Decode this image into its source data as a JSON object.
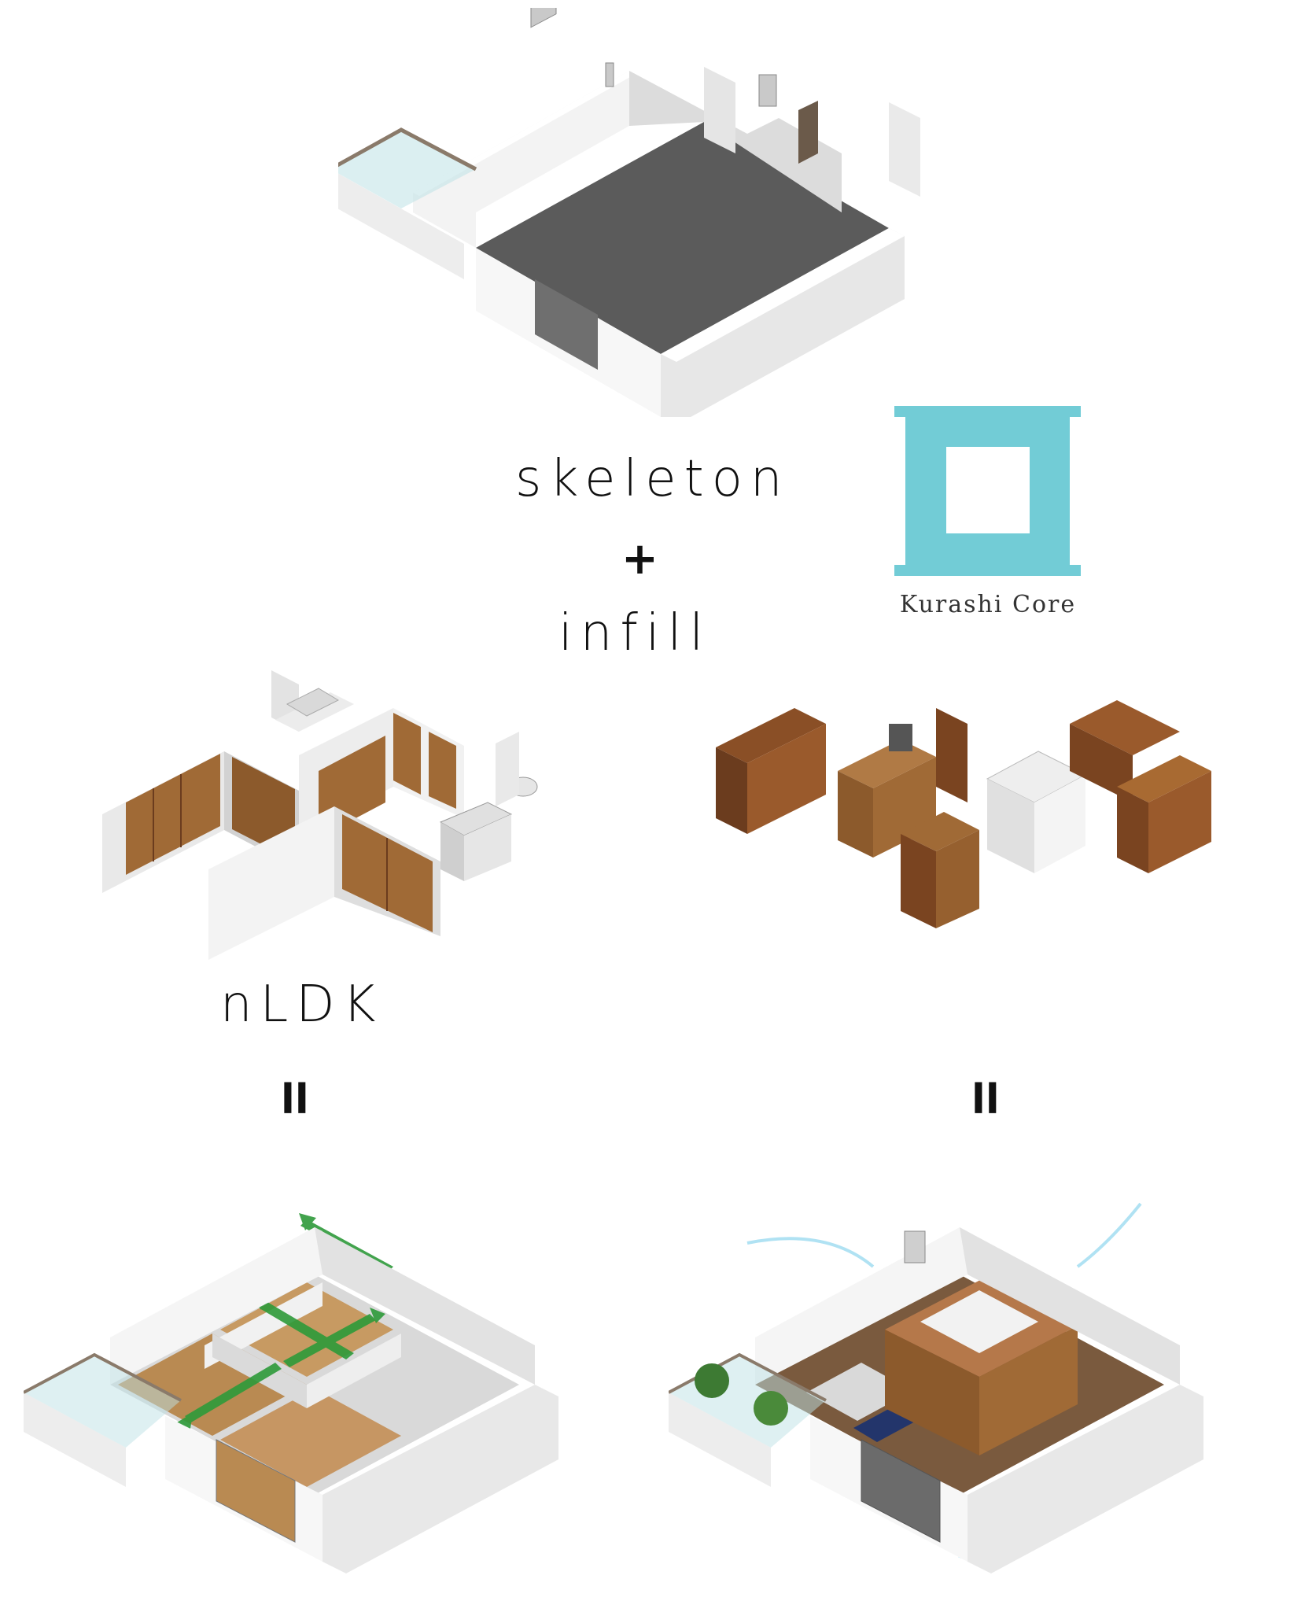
{
  "labels": {
    "skeleton": "skeleton",
    "plus": "+",
    "infill": "infill",
    "nldk": "nLDK",
    "equals_left": "ll",
    "equals_right": "ll"
  },
  "logo": {
    "caption": "Kurashi Core",
    "color": "#72ccd6"
  },
  "colors": {
    "wall": "#efefef",
    "wall_shadow": "#cfcfcf",
    "floor_dark": "#5b5b5b",
    "wood": "#a06a36",
    "wood_dark": "#6b3c1e",
    "arrow_green": "#2e9a3a",
    "glass": "#bde2e6"
  }
}
